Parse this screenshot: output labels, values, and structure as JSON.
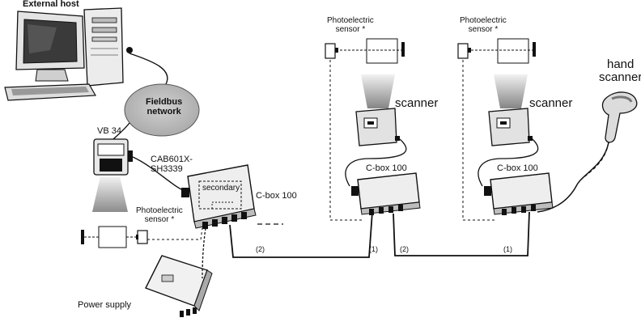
{
  "labels": {
    "external_host": "External host",
    "fieldbus_line1": "Fieldbus",
    "fieldbus_line2": "network",
    "vb34": "VB 34",
    "cable_line1": "CAB601X-",
    "cable_line2": "SH3339",
    "secondary": "secondary",
    "cbox_main": "C-box 100",
    "photo_line1": "Photoelectric",
    "photo_line2": "sensor *",
    "power_supply": "Power supply",
    "scanner": "scanner",
    "cbox_node": "C-box 100",
    "hand_line1": "hand",
    "hand_line2": "scanner",
    "link_2": "(2)",
    "link_1": "(1)"
  },
  "colors": {
    "line": "#111111",
    "device_fill": "#e9e9e9",
    "device_dark": "#9a9a9a",
    "cloud_fill": "#b7b7b7",
    "beam": "#c8c8c8"
  },
  "icons": [
    "computer-icon",
    "scanner-icon",
    "photoelectric-sensor-icon",
    "reflector-icon",
    "hand-scanner-icon",
    "power-supply-icon",
    "junction-box-icon"
  ]
}
